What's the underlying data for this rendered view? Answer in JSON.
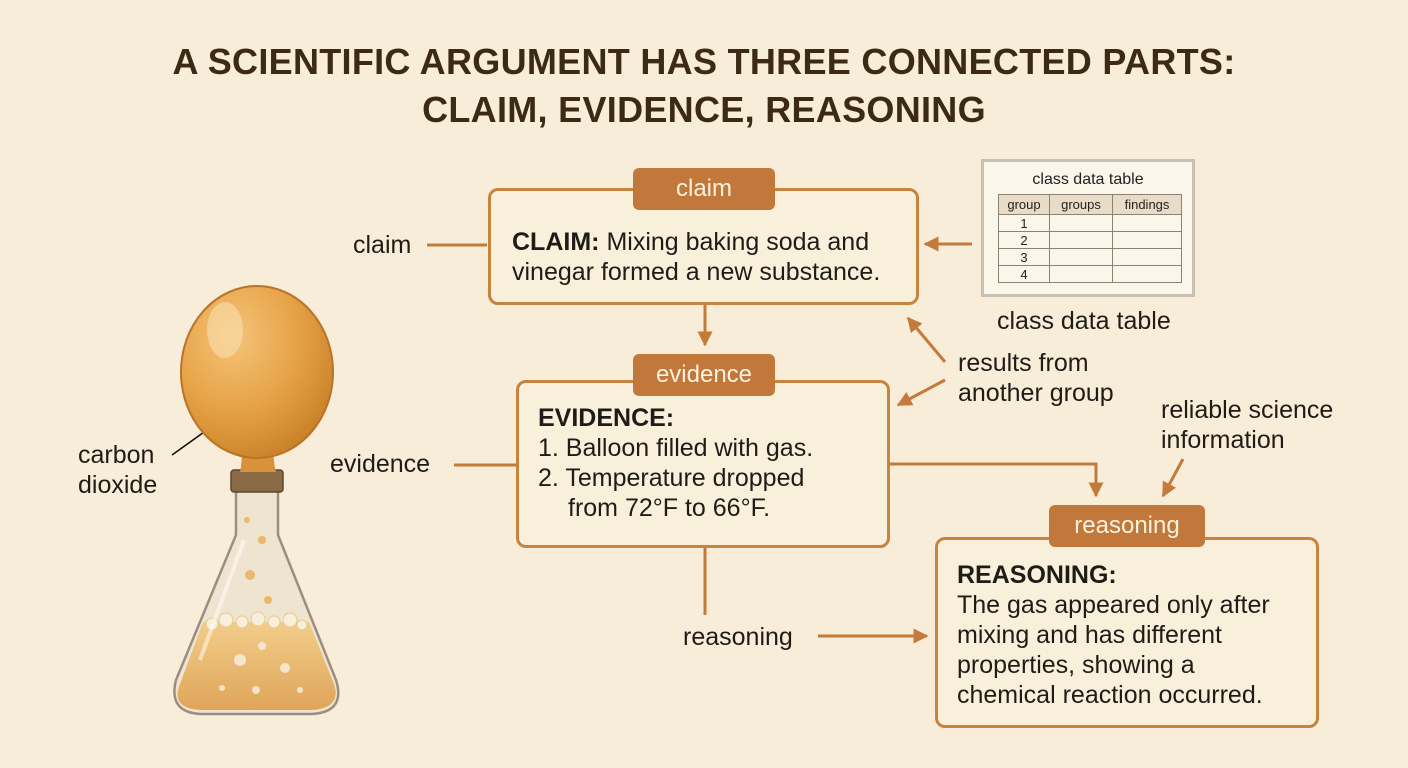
{
  "title": {
    "line1": "A SCIENTIFIC ARGUMENT HAS THREE CONNECTED PARTS:",
    "line2": "CLAIM, EVIDENCE, REASONING"
  },
  "claim": {
    "tab": "claim",
    "heading": "CLAIM:",
    "text_line1": "Mixing baking soda and",
    "text_line2": "vinegar formed a new substance.",
    "side_label": "claim"
  },
  "evidence": {
    "tab": "evidence",
    "heading": "EVIDENCE:",
    "item1": "1. Balloon filled with gas.",
    "item2": "2. Temperature dropped",
    "item2_cont": "from 72°F to 66°F.",
    "side_label": "evidence"
  },
  "reasoning": {
    "tab": "reasoning",
    "heading": "REASONING:",
    "line1": "The gas appeared only after",
    "line2": "mixing and has different",
    "line3": "properties, showing a",
    "line4": "chemical reaction occurred.",
    "side_label": "reasoning"
  },
  "data_table": {
    "title": "class data table",
    "headers": [
      "group",
      "groups",
      "findings"
    ],
    "rows": [
      "1",
      "2",
      "3",
      "4"
    ],
    "caption": "class data table"
  },
  "annotations": {
    "another_group_1": "results from",
    "another_group_2": "another group",
    "reliable_1": "reliable science",
    "reliable_2": "information",
    "gas_1": "carbon",
    "gas_2": "dioxide"
  },
  "colors": {
    "accent": "#c2783a",
    "box_border": "#c7843f",
    "background": "#f7edd8",
    "title": "#3d2a16"
  }
}
